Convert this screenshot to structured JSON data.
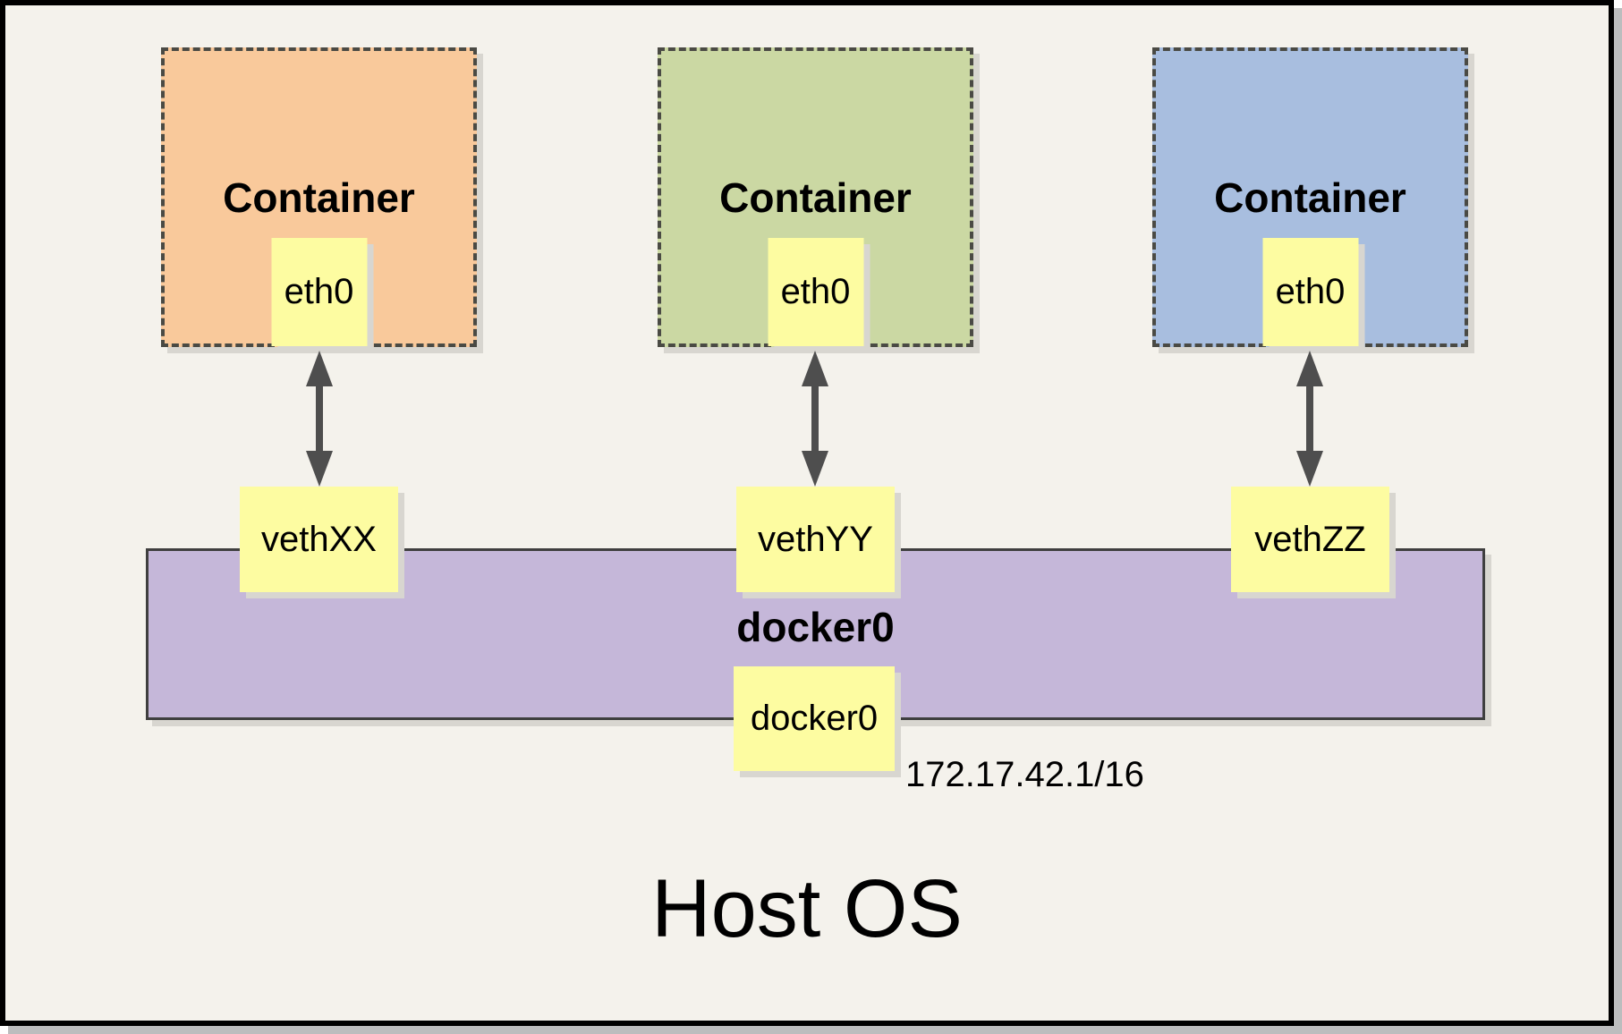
{
  "diagram": {
    "host_label": "Host OS",
    "ip_address": "172.17.42.1/16",
    "bridge": {
      "name": "docker0",
      "interface_label": "docker0"
    },
    "containers": [
      {
        "label": "Container",
        "interface": "eth0",
        "veth": "vethXX",
        "fill": "#f9c99b"
      },
      {
        "label": "Container",
        "interface": "eth0",
        "veth": "vethYY",
        "fill": "#cbd8a3"
      },
      {
        "label": "Container",
        "interface": "eth0",
        "veth": "vethZZ",
        "fill": "#a8bedf"
      }
    ],
    "colors": {
      "background": "#f4f2ec",
      "frame_border": "#000000",
      "frame_shadow": "#bcbdbe",
      "label_fill": "#fdfca1",
      "bridge_fill": "#c5b7d9",
      "bridge_border": "#3f3f3f",
      "dashed_border": "#4a4a44",
      "arrow": "#4e4e4e"
    }
  }
}
